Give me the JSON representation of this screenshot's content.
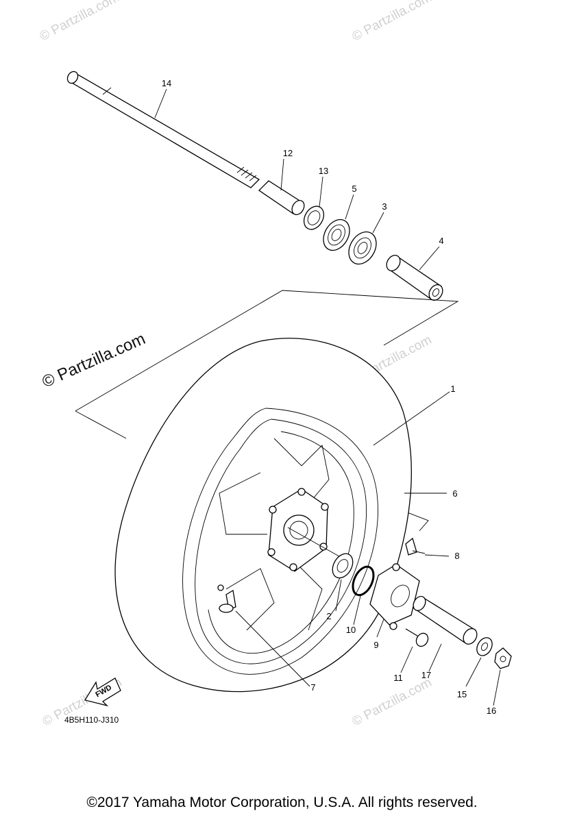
{
  "watermarks": {
    "main": "© Partzilla.com",
    "faint": "© Partzilla.com"
  },
  "diagram_code": "4B5H110-J310",
  "fwd_label": "FWD",
  "copyright": "©2017  Yamaha Motor Corporation, U.S.A. All rights reserved.",
  "callouts": [
    "1",
    "2",
    "3",
    "4",
    "5",
    "6",
    "7",
    "8",
    "9",
    "10",
    "11",
    "12",
    "13",
    "14",
    "15",
    "16",
    "17"
  ]
}
